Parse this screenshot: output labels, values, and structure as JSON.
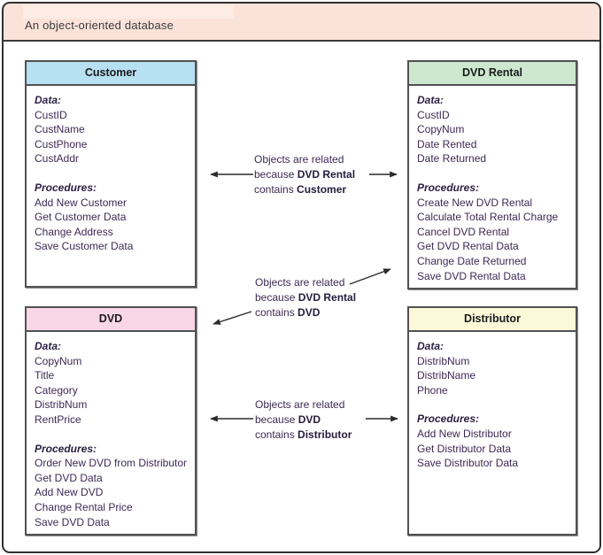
{
  "banner": {
    "title": "An object-oriented database"
  },
  "colors": {
    "banner_bg": "#fbe3da",
    "customer_header": "#b7e0f2",
    "dvd_rental_header": "#cde8ce",
    "dvd_header": "#f9d7e7",
    "distributor_header": "#fbf9d8",
    "box_border": "#515153",
    "arrow": "#2a2a2c",
    "body_text": "#3b2a54"
  },
  "boxes": [
    {
      "title": "Customer",
      "header_color": "#b7e0f2",
      "data_label": "Data:",
      "data_items": [
        "CustID",
        "CustName",
        "CustPhone",
        "CustAddr"
      ],
      "procedures_label": "Procedures:",
      "procedure_items": [
        "Add New Customer",
        "Get Customer Data",
        "Change Address",
        "Save Customer Data"
      ]
    },
    {
      "title": "DVD Rental",
      "header_color": "#cde8ce",
      "data_label": "Data:",
      "data_items": [
        "CustID",
        "CopyNum",
        "Date Rented",
        "Date Returned"
      ],
      "procedures_label": "Procedures:",
      "procedure_items": [
        "Create New DVD Rental",
        "Calculate Total Rental Charge",
        "Cancel DVD Rental",
        "Get DVD Rental Data",
        "Change Date Returned",
        "Save DVD Rental Data"
      ]
    },
    {
      "title": "DVD",
      "header_color": "#f9d7e7",
      "data_label": "Data:",
      "data_items": [
        "CopyNum",
        "Title",
        "Category",
        "DistribNum",
        "RentPrice"
      ],
      "procedures_label": "Procedures:",
      "procedure_items": [
        "Order New DVD from Distributor",
        "Get DVD Data",
        "Add New DVD",
        "Change Rental Price",
        "Save DVD Data"
      ]
    },
    {
      "title": "Distributor",
      "header_color": "#fbf9d8",
      "data_label": "Data:",
      "data_items": [
        "DistribNum",
        "DistribName",
        "Phone"
      ],
      "procedures_label": "Procedures:",
      "procedure_items": [
        "Add New Distributor",
        "Get Distributor Data",
        "Save Distributor Data"
      ]
    }
  ],
  "relationships": [
    {
      "line1": "Objects are related",
      "line2_prefix": "because ",
      "line2_bold": "DVD Rental",
      "line3_prefix": "contains ",
      "line3_bold": "Customer"
    },
    {
      "line1": "Objects are related",
      "line2_prefix": "because ",
      "line2_bold": "DVD Rental",
      "line3_prefix": "contains ",
      "line3_bold": "DVD"
    },
    {
      "line1": "Objects are related",
      "line2_prefix": "because ",
      "line2_bold": "DVD",
      "line3_prefix": "contains ",
      "line3_bold": "Distributor"
    }
  ]
}
